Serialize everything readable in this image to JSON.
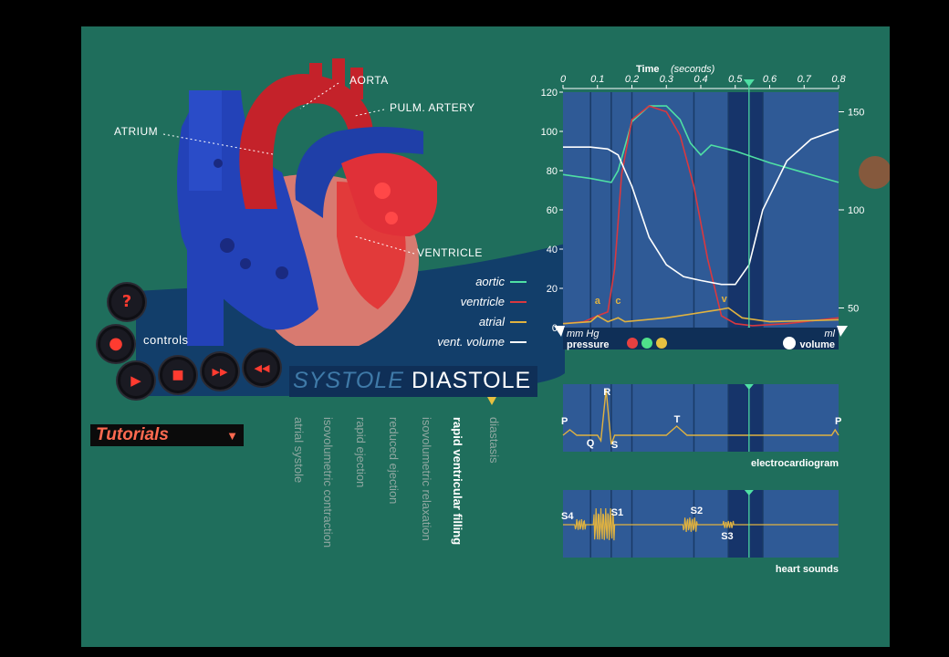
{
  "heart_labels": {
    "aorta": "AORTA",
    "pulm_artery": "PULM. ARTERY",
    "atrium": "ATRIUM",
    "ventricle": "VENTRICLE"
  },
  "controls": {
    "label": "controls",
    "help_glyph": "?",
    "record_glyph": "●",
    "play_glyph": "▶",
    "stop_glyph": "■",
    "forward_glyph": "▶▶",
    "rewind_glyph": "◀◀"
  },
  "tutorials": {
    "label": "Tutorials",
    "arrow": "▼"
  },
  "cycle": {
    "systole": "SYSTOLE",
    "diastole": "DIASTOLE"
  },
  "phases": [
    {
      "label": "atrial systole",
      "active": false
    },
    {
      "label": "isovolumetric contraction",
      "active": false
    },
    {
      "label": "rapid ejection",
      "active": false
    },
    {
      "label": "reduced ejection",
      "active": false
    },
    {
      "label": "isovolumetric relaxation",
      "active": false
    },
    {
      "label": "rapid ventricular filling",
      "active": true
    },
    {
      "label": "diastasis",
      "active": false
    }
  ],
  "legend": [
    {
      "label": "aortic",
      "color": "#4fe0a4"
    },
    {
      "label": "ventricle",
      "color": "#d9383f"
    },
    {
      "label": "atrial",
      "color": "#e0b240"
    },
    {
      "label": "vent. volume",
      "color": "#ffffff"
    }
  ],
  "time_axis": {
    "title": "Time",
    "unit": "(seconds)",
    "ticks": [
      "0",
      "0.1",
      "0.2",
      "0.3",
      "0.4",
      "0.5",
      "0.6",
      "0.7",
      "0.8"
    ]
  },
  "pressure_axis": {
    "unit": "mm Hg",
    "ticks": [
      "120",
      "100",
      "80",
      "60",
      "40",
      "20",
      "0"
    ]
  },
  "volume_axis": {
    "unit": "ml",
    "ticks": [
      "150",
      "100",
      "50"
    ]
  },
  "pressure_bar": {
    "label": "pressure",
    "dots": [
      "#e84040",
      "#4fe08a",
      "#e8c040"
    ]
  },
  "volume_bar": {
    "label": "volume"
  },
  "wave_labels": {
    "a": "a",
    "c": "c",
    "v": "v"
  },
  "ecg": {
    "title": "electrocardiogram",
    "labels": [
      "P",
      "R",
      "Q",
      "S",
      "T",
      "P"
    ]
  },
  "heart_sounds": {
    "title": "heart sounds",
    "labels": [
      "S4",
      "S1",
      "S2",
      "S3"
    ]
  },
  "cursor_time": 0.54,
  "chart_data": {
    "type": "line",
    "title": "",
    "xlabel": "Time (seconds)",
    "ylabel": "mm Hg",
    "xlim": [
      0,
      0.8
    ],
    "ylim": [
      0,
      120
    ],
    "y2label": "ml",
    "y2lim": [
      40,
      160
    ],
    "series": [
      {
        "name": "aortic",
        "axis": "pressure",
        "x": [
          0,
          0.08,
          0.14,
          0.16,
          0.2,
          0.25,
          0.3,
          0.34,
          0.37,
          0.4,
          0.43,
          0.5,
          0.6,
          0.7,
          0.8
        ],
        "y": [
          78,
          76,
          74,
          80,
          105,
          113,
          113,
          106,
          94,
          88,
          93,
          90,
          84,
          79,
          74
        ]
      },
      {
        "name": "ventricle",
        "axis": "pressure",
        "x": [
          0,
          0.06,
          0.1,
          0.13,
          0.15,
          0.17,
          0.2,
          0.25,
          0.3,
          0.34,
          0.38,
          0.42,
          0.46,
          0.5,
          0.55,
          0.65,
          0.8
        ],
        "y": [
          2,
          3,
          6,
          8,
          30,
          78,
          106,
          113,
          110,
          98,
          72,
          35,
          6,
          2,
          1,
          2,
          5
        ]
      },
      {
        "name": "atrial",
        "axis": "pressure",
        "x": [
          0,
          0.08,
          0.1,
          0.13,
          0.16,
          0.18,
          0.3,
          0.45,
          0.48,
          0.52,
          0.6,
          0.8
        ],
        "y": [
          2,
          3,
          6,
          3,
          5,
          3,
          5,
          9,
          10,
          5,
          3,
          4
        ]
      },
      {
        "name": "vent. volume",
        "axis": "volume",
        "x": [
          0,
          0.08,
          0.13,
          0.16,
          0.2,
          0.25,
          0.3,
          0.35,
          0.4,
          0.46,
          0.5,
          0.54,
          0.58,
          0.65,
          0.72,
          0.8
        ],
        "y": [
          132,
          132,
          131,
          128,
          112,
          86,
          72,
          66,
          64,
          62,
          62,
          72,
          100,
          125,
          136,
          141
        ]
      }
    ]
  }
}
